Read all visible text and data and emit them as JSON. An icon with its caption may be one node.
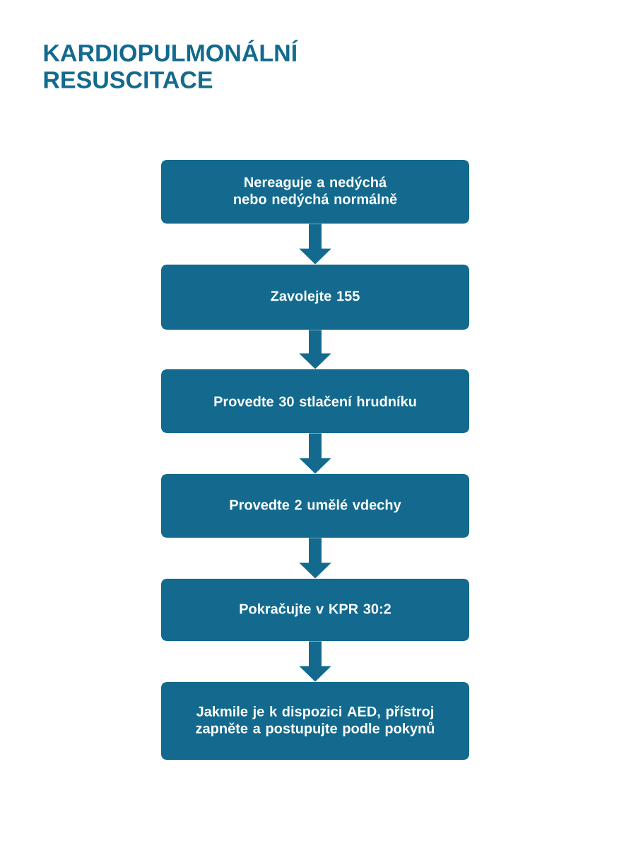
{
  "diagram": {
    "title": "KARDIOPULMONÁLNÍ RESUSCITACE",
    "nodes": [
      {
        "text": [
          "Nereaguje a nedýchá nebo nedýchá normálně"
        ]
      },
      {
        "text": [
          "Zavolejte 155"
        ]
      },
      {
        "text": [
          "Provedte 30 stlačení hrudníku"
        ]
      },
      {
        "text": [
          "Provedte 2 umělé vdechy"
        ]
      },
      {
        "text": [
          "Pokračujte v KPR 30:2"
        ]
      },
      {
        "text": [
          "Jakmile je k dispozici AED, přístroj zapněte a postupujte podle pokynů"
        ]
      }
    ],
    "edges": [
      {
        "from": 0,
        "to": 1,
        "arrow": "to"
      },
      {
        "from": 1,
        "to": 2,
        "arrow": "to"
      },
      {
        "from": 2,
        "to": 3,
        "arrow": "to"
      },
      {
        "from": 3,
        "to": 4,
        "arrow": "to"
      },
      {
        "from": 4,
        "to": 5,
        "arrow": "to"
      }
    ]
  }
}
